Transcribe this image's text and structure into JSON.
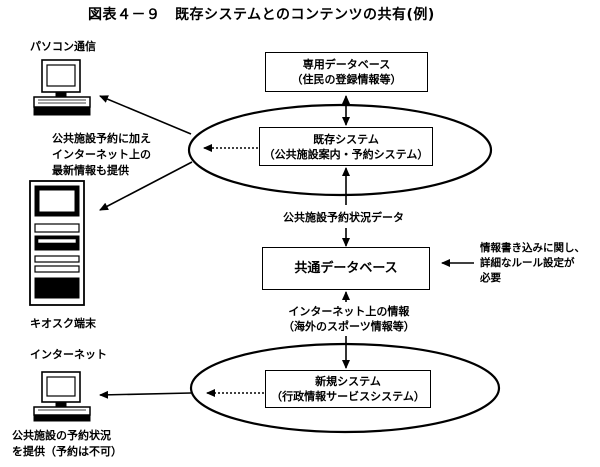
{
  "title": "図表４－９　既存システムとのコンテンツの共有(例)",
  "labels": {
    "pc_comm": "パソコン通信",
    "kiosk": "キオスク端末",
    "internet": "インターネット"
  },
  "boxes": {
    "dedicated_db": {
      "line1": "専用データベース",
      "line2": "（住民の登録情報等）"
    },
    "existing": {
      "line1": "既存システム",
      "line2": "（公共施設案内・予約システム）"
    },
    "common_db": {
      "line1": "共通データベース"
    },
    "new_system": {
      "line1": "新規システム",
      "line2": "（行政情報サービスシステム）"
    }
  },
  "notes": {
    "provide_latest": [
      "公共施設予約に加え",
      "インターネット上の",
      "最新情報も提供"
    ],
    "reservation_status_data": "公共施設予約状況データ",
    "write_rules": [
      "情報書き込みに関し、",
      "詳細なルール設定が",
      "必要"
    ],
    "internet_info": [
      "インターネット上の情報",
      "（海外のスポーツ情報等）"
    ],
    "reservation_only": [
      "公共施設の予約状況",
      "を提供（予約は不可）"
    ]
  }
}
